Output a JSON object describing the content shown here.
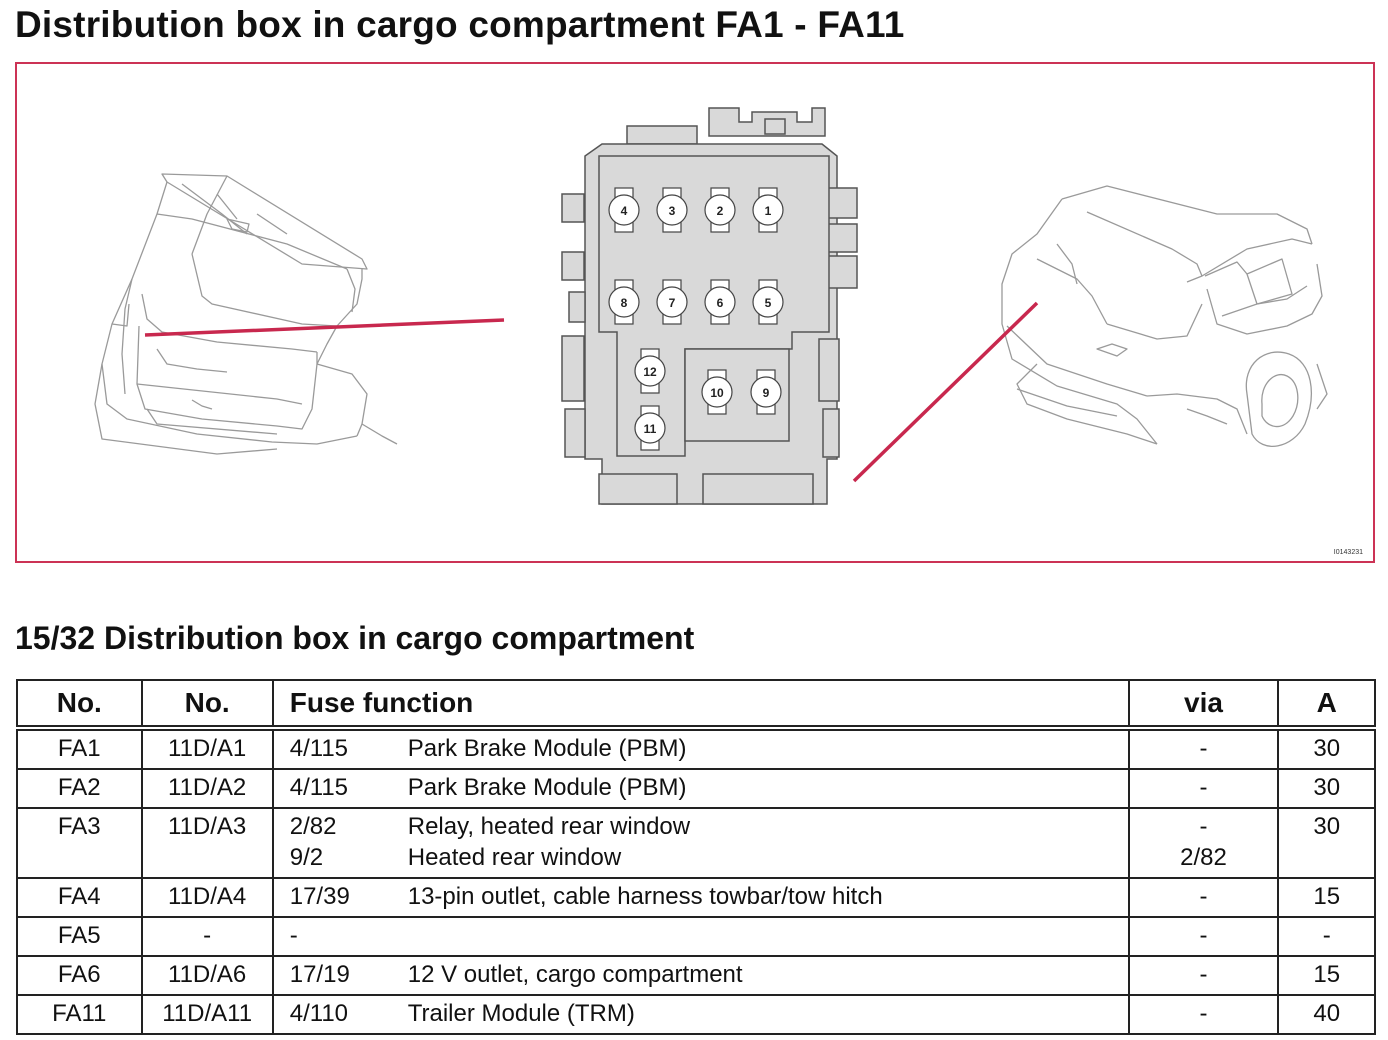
{
  "title": "Distribution box in cargo compartment FA1 - FA11",
  "figure": {
    "image_code": "I0143231",
    "fuse_positions": [
      "4",
      "3",
      "2",
      "1",
      "8",
      "7",
      "6",
      "5",
      "12",
      "11",
      "10",
      "9"
    ],
    "colors": {
      "frame": "#cc3355",
      "pointer": "#c8284e",
      "box_fill": "#d9d9d9",
      "box_stroke": "#555555"
    }
  },
  "subtitle": "15/32 Distribution box in cargo compartment",
  "table": {
    "headers": {
      "no": "No.",
      "no2": "No.",
      "function": "Fuse function",
      "via": "via",
      "amp": "A"
    },
    "rows": [
      {
        "no": "FA1",
        "no2": "11D/A1",
        "f1_code": "4/115",
        "f1_desc": "Park Brake Module (PBM)",
        "f2_code": "",
        "f2_desc": "",
        "via1": "-",
        "via2": "",
        "amp": "30"
      },
      {
        "no": "FA2",
        "no2": "11D/A2",
        "f1_code": "4/115",
        "f1_desc": "Park Brake Module (PBM)",
        "f2_code": "",
        "f2_desc": "",
        "via1": "-",
        "via2": "",
        "amp": "30"
      },
      {
        "no": "FA3",
        "no2": "11D/A3",
        "f1_code": "2/82",
        "f1_desc": "Relay, heated rear window",
        "f2_code": "9/2",
        "f2_desc": "Heated rear window",
        "via1": "-",
        "via2": "2/82",
        "amp": "30"
      },
      {
        "no": "FA4",
        "no2": "11D/A4",
        "f1_code": "17/39",
        "f1_desc": "13-pin outlet, cable harness towbar/tow hitch",
        "f2_code": "",
        "f2_desc": "",
        "via1": "-",
        "via2": "",
        "amp": "15"
      },
      {
        "no": "FA5",
        "no2": "-",
        "f1_code": "-",
        "f1_desc": "",
        "f2_code": "",
        "f2_desc": "",
        "via1": "-",
        "via2": "",
        "amp": "-"
      },
      {
        "no": "FA6",
        "no2": "11D/A6",
        "f1_code": "17/19",
        "f1_desc": "12 V outlet, cargo compartment",
        "f2_code": "",
        "f2_desc": "",
        "via1": "-",
        "via2": "",
        "amp": "15"
      },
      {
        "no": "FA11",
        "no2": "11D/A11",
        "f1_code": "4/110",
        "f1_desc": "Trailer Module (TRM)",
        "f2_code": "",
        "f2_desc": "",
        "via1": "-",
        "via2": "",
        "amp": "40"
      }
    ]
  }
}
